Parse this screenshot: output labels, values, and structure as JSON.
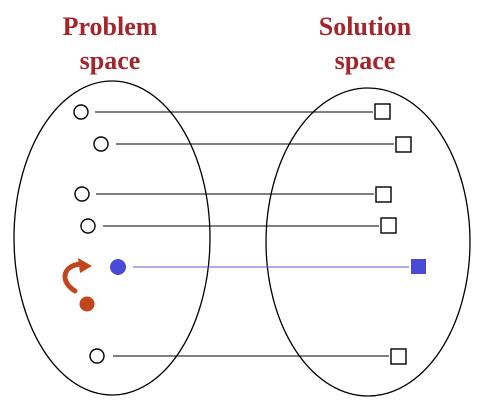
{
  "problem_space": {
    "title_line1": "Problem",
    "title_line2": "space"
  },
  "solution_space": {
    "title_line1": "Solution",
    "title_line2": "space"
  },
  "colors": {
    "title": "#a3262a",
    "outline": "#000000",
    "highlight": "#4a4ad8",
    "highlight_line": "#5a5ad0",
    "alternate": "#c2461c"
  },
  "mappings": [
    {
      "highlighted": false
    },
    {
      "highlighted": false
    },
    {
      "highlighted": false
    },
    {
      "highlighted": false
    },
    {
      "highlighted": true
    },
    {
      "highlighted": false
    }
  ]
}
